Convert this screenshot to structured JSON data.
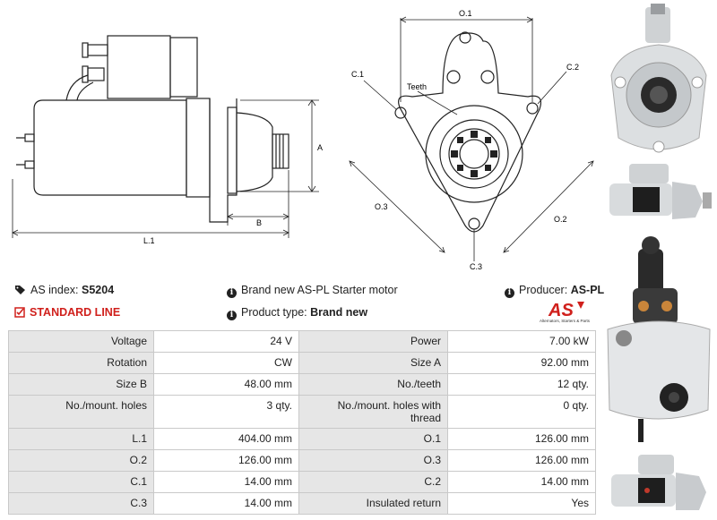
{
  "diagram_labels": {
    "A": "A",
    "B": "B",
    "L1": "L.1",
    "O1": "O.1",
    "O2": "O.2",
    "O3": "O.3",
    "C1": "C.1",
    "C2": "C.2",
    "C3": "C.3",
    "teeth": "Teeth"
  },
  "info": {
    "as_index_label": "AS index:",
    "as_index_value": "S5204",
    "line_label": "STANDARD LINE",
    "description": "Brand new AS-PL Starter motor",
    "product_type_label": "Product type:",
    "product_type_value": "Brand new",
    "producer_label": "Producer:",
    "producer_value": "AS-PL"
  },
  "logo": {
    "mark": "AS",
    "tagline": "Alternators, Starters & Parts"
  },
  "colors": {
    "accent_red": "#d0201c",
    "label_bg": "#e6e6e6",
    "border": "#c9c9c9"
  },
  "specs": [
    {
      "l1": "Voltage",
      "v1": "24 V",
      "l2": "Power",
      "v2": "7.00 kW"
    },
    {
      "l1": "Rotation",
      "v1": "CW",
      "l2": "Size A",
      "v2": "92.00 mm"
    },
    {
      "l1": "Size B",
      "v1": "48.00 mm",
      "l2": "No./teeth",
      "v2": "12 qty."
    },
    {
      "l1": "No./mount. holes",
      "v1": "3 qty.",
      "l2": "No./mount. holes with thread",
      "v2": "0 qty."
    },
    {
      "l1": "L.1",
      "v1": "404.00 mm",
      "l2": "O.1",
      "v2": "126.00 mm"
    },
    {
      "l1": "O.2",
      "v1": "126.00 mm",
      "l2": "O.3",
      "v2": "126.00 mm"
    },
    {
      "l1": "C.1",
      "v1": "14.00 mm",
      "l2": "C.2",
      "v2": "14.00 mm"
    },
    {
      "l1": "C.3",
      "v1": "14.00 mm",
      "l2": "Insulated return",
      "v2": "Yes"
    }
  ]
}
